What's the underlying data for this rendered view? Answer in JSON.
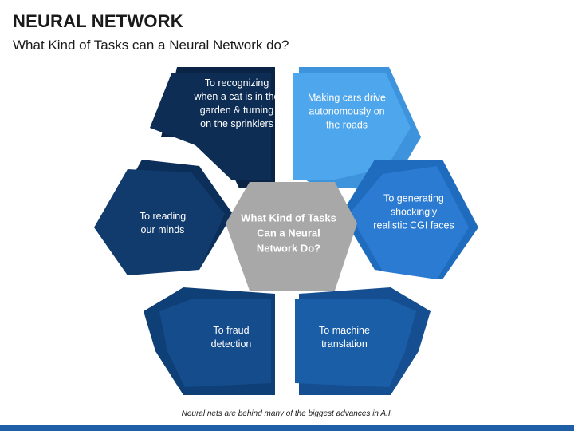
{
  "title": "NEURAL NETWORK",
  "subtitle": "What Kind of Tasks can a Neural Network do?",
  "center": {
    "lines": [
      "What Kind of Tasks",
      "Can a Neural",
      "Network Do?"
    ],
    "color": "#a8a8a8"
  },
  "segments": [
    {
      "name": "top-left",
      "lines": [
        "To recognizing",
        "when a cat is in the",
        "garden & turning",
        "on the sprinklers"
      ],
      "color": "#0d2d55",
      "shadow": "#0a2446"
    },
    {
      "name": "top-right",
      "lines": [
        "Making cars drive",
        "autonomously on",
        "the roads"
      ],
      "color": "#4ea6ec",
      "shadow": "#3d94dc"
    },
    {
      "name": "middle-left",
      "lines": [
        "To reading",
        "our minds"
      ],
      "color": "#113a6d",
      "shadow": "#0c2f5a"
    },
    {
      "name": "middle-right",
      "lines": [
        "To generating",
        "shockingly",
        "realistic CGI faces"
      ],
      "color": "#2a7bd1",
      "shadow": "#1f6bbd"
    },
    {
      "name": "bottom-left",
      "lines": [
        "To fraud",
        "detection"
      ],
      "color": "#154c8c",
      "shadow": "#0f3f77"
    },
    {
      "name": "bottom-right",
      "lines": [
        "To machine",
        "translation"
      ],
      "color": "#1b5ea8",
      "shadow": "#154f91"
    }
  ],
  "footer": "Neural nets are behind many of the biggest advances in A.I."
}
